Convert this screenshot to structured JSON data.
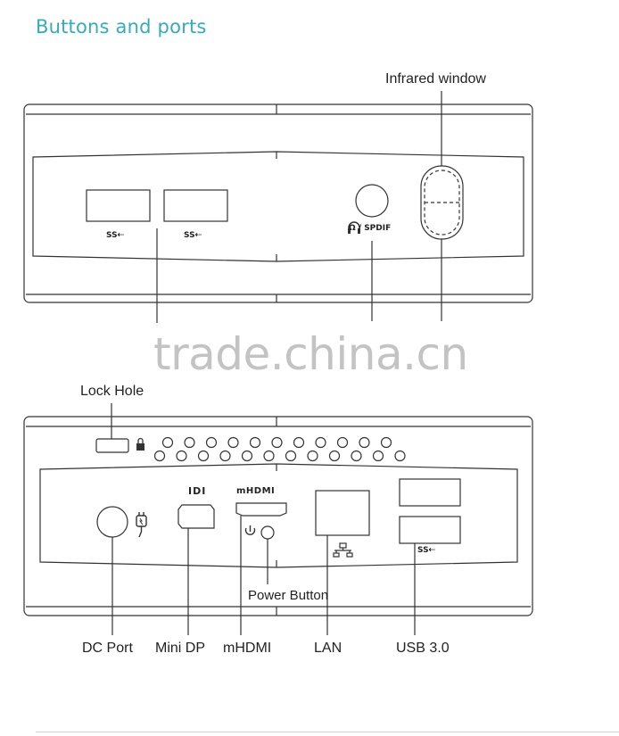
{
  "page": {
    "heading": "Buttons and ports",
    "watermark": "trade.china.cn"
  },
  "front_panel": {
    "labels": {
      "infrared_window": "Infrared window"
    },
    "port_text": {
      "usb_logo_1": "SS⇠",
      "usb_logo_2": "SS⇠",
      "audio": "Ω / SPDIF"
    }
  },
  "rear_panel": {
    "labels": {
      "lock_hole": "Lock Hole",
      "power_button": "Power Button",
      "dc_port": "DC Port",
      "mini_dp": "Mini DP",
      "mhdmi": "mHDMI",
      "lan": "LAN",
      "usb30": "USB 3.0"
    },
    "port_text": {
      "mini_dp_logo": "IDI",
      "mhdmi_logo": "mHDMI",
      "usb_logo": "SS⇠"
    }
  },
  "colors": {
    "heading": "#3aa9b8",
    "line": "#333333",
    "watermark": "#b9b9b9"
  },
  "icons": [
    "lock-icon",
    "power-icon",
    "dc-plug-icon",
    "lan-icon",
    "headphone-icon",
    "usb-logo-icon"
  ]
}
